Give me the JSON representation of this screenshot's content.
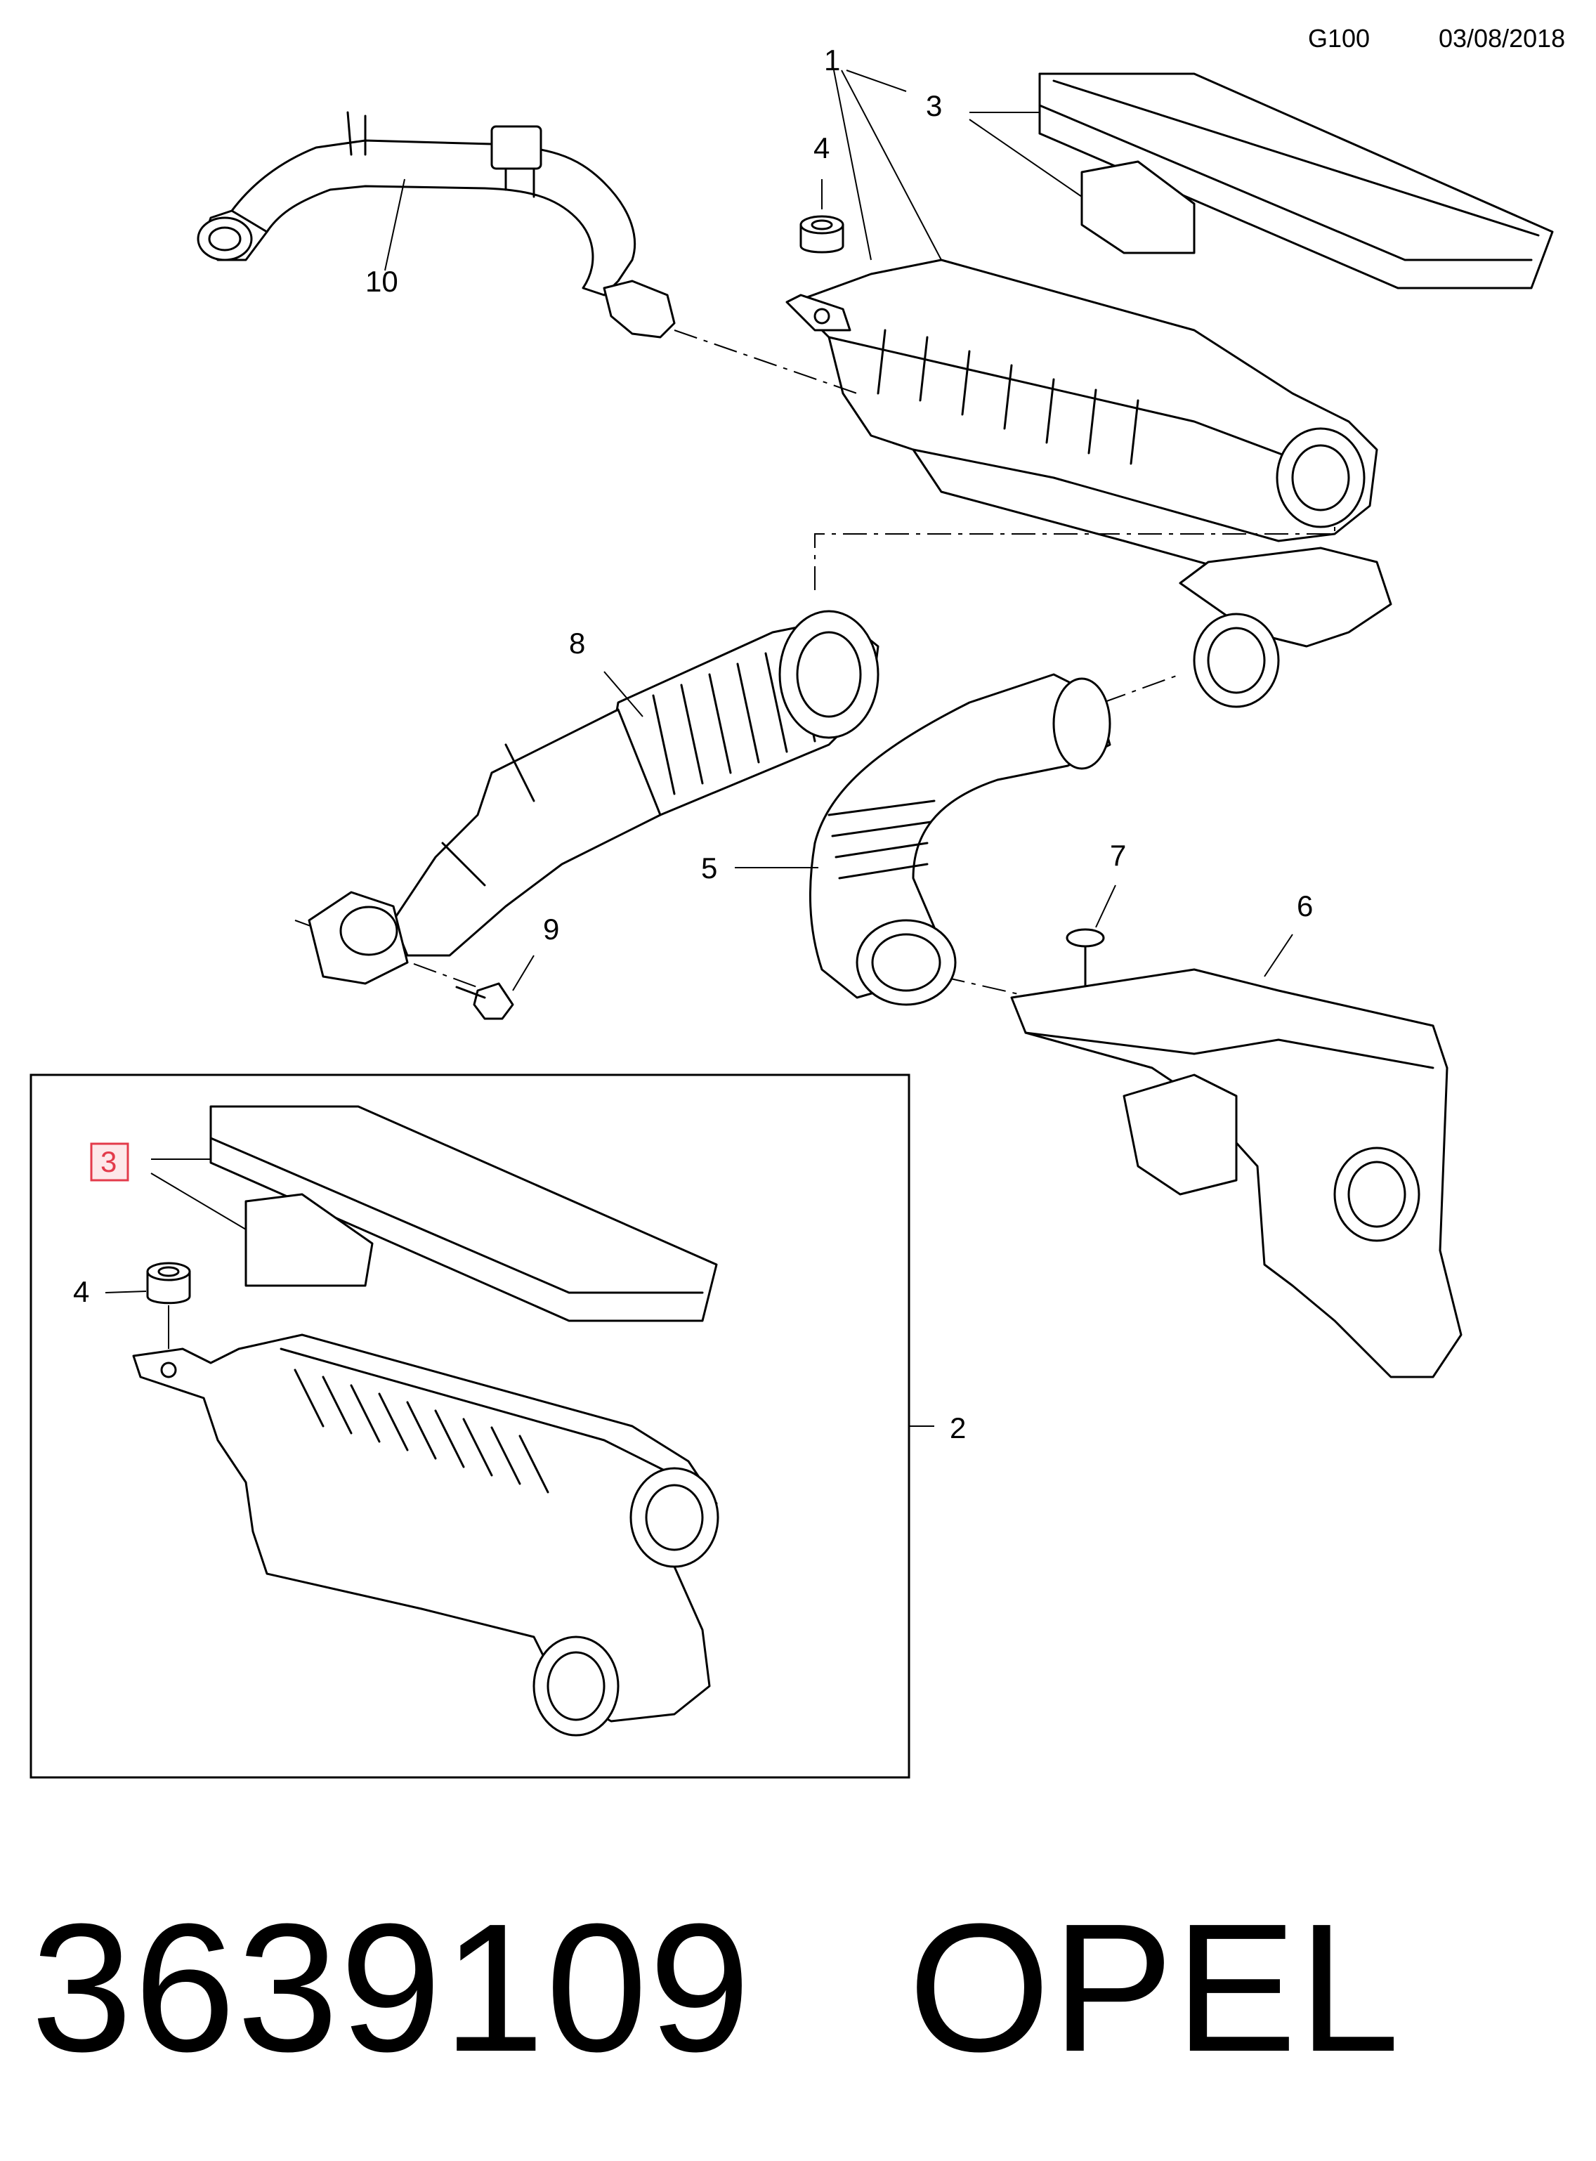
{
  "header": {
    "code": "G100",
    "date": "03/08/2018"
  },
  "callouts": {
    "c1": "1",
    "c2": "2",
    "c3_top": "3",
    "c3_inset": "3",
    "c4_top": "4",
    "c4_inset": "4",
    "c5": "5",
    "c6": "6",
    "c7": "7",
    "c8": "8",
    "c9": "9",
    "c10": "10"
  },
  "highlight_color": "#e33b4b",
  "footer": {
    "part_number": "3639109",
    "brand": "OPEL"
  }
}
